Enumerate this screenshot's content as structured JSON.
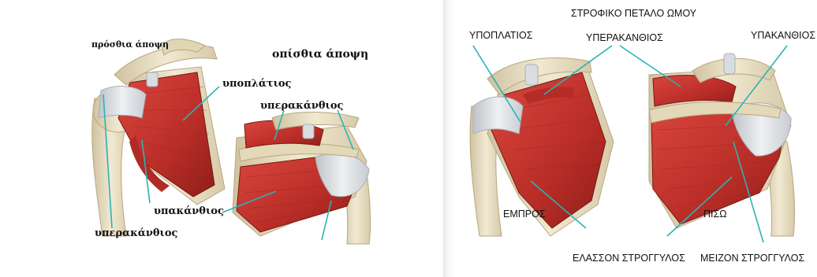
{
  "left": {
    "anterior_view": "πρόσθια άποψη",
    "posterior_view": "οπίσθια άποψη",
    "subscapularis": "υποπλάτιος",
    "supraspinatus_top": "υπερακάνθιος",
    "infraspinatus": "υπακάνθιος",
    "supraspinatus_bottom": "υπερακάνθιος"
  },
  "right": {
    "rotator_cuff": "ΣΤΡΟΦΙΚΟ ΠΕΤΑΛΟ ΩΜΟΥ",
    "subscapularis": "ΥΠΟΠΛΑΤΙΟΣ",
    "supraspinatus": "ΥΠΕΡΑΚΑΝΘΙΟΣ",
    "infraspinatus": "ΥΠΑΚΑΝΘΙΟΣ",
    "front": "ΕΜΠΡΟΣ",
    "back": "ΠΙΣΩ",
    "teres_minor": "ΕΛΑΣΣΟΝ ΣΤΡΟΓΓΥΛΟΣ",
    "teres_major": "ΜΕΙΖΟΝ ΣΤΡΟΓΓΥΛΟΣ"
  },
  "colors": {
    "muscle": "#c2342d",
    "muscle_dark": "#8e1e1a",
    "bone": "#e9dfc2",
    "tendon": "#d7dade",
    "leader_line": "#2bb3b5"
  }
}
